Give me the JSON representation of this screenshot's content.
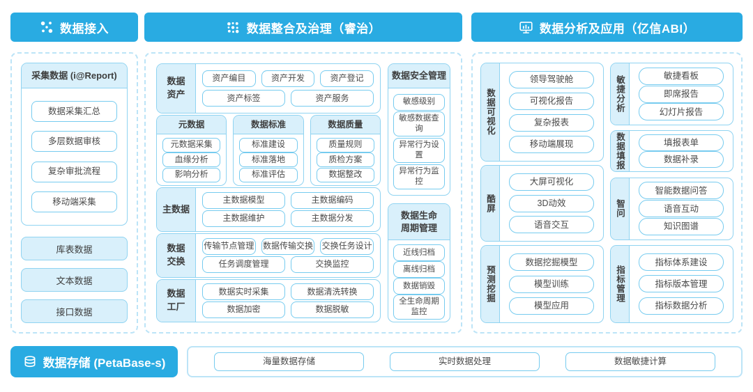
{
  "colors": {
    "header_blue": "#29ABE2",
    "panel_fill": "#D9F0FB",
    "group_border": "#8FD3F1",
    "item_border": "#76CBEF",
    "dashed_border": "#BCE4F7",
    "text": "#424242"
  },
  "access": {
    "header": "数据接入",
    "collect": {
      "title": "采集数据 (i@Report)",
      "items": [
        "数据采集汇总",
        "多层数据审核",
        "复杂审批流程",
        "移动端采集"
      ]
    },
    "sources": [
      "库表数据",
      "文本数据",
      "接口数据"
    ]
  },
  "governance": {
    "header": "数据整合及治理（睿治）",
    "asset": {
      "label": "数据\n资产",
      "row1": [
        "资产编目",
        "资产开发",
        "资产登记"
      ],
      "row2": [
        "资产标签",
        "资产服务"
      ]
    },
    "meta": {
      "title": "元数据",
      "items": [
        "元数据采集",
        "血缘分析",
        "影响分析"
      ]
    },
    "standard": {
      "title": "数据标准",
      "items": [
        "标准建设",
        "标准落地",
        "标准评估"
      ]
    },
    "quality": {
      "title": "数据质量",
      "items": [
        "质量规则",
        "质检方案",
        "数据整改"
      ]
    },
    "master": {
      "label": "主数据",
      "row1": [
        "主数据模型",
        "主数据编码"
      ],
      "row2": [
        "主数据维护",
        "主数据分发"
      ]
    },
    "exchange": {
      "label": "数据\n交换",
      "row1": [
        "传输节点管理",
        "数据传输交换",
        "交换任务设计"
      ],
      "row2": [
        "任务调度管理",
        "交换监控"
      ]
    },
    "factory": {
      "label": "数据\n工厂",
      "row1": [
        "数据实时采集",
        "数据清洗转换"
      ],
      "row2": [
        "数据加密",
        "数据脱敏"
      ]
    },
    "security": {
      "title": "数据安全管理",
      "items": [
        "敏感级别",
        "敏感数据查询",
        "异常行为设置",
        "异常行为监控"
      ]
    },
    "lifecycle": {
      "title": "数据生命\n周期管理",
      "items": [
        "近线归档",
        "离线归档",
        "数据销毁",
        "全生命周期\n监控"
      ]
    }
  },
  "analysis": {
    "header": "数据分析及应用（亿信ABI）",
    "visual": {
      "label": "数据可视化",
      "items": [
        "领导驾驶舱",
        "可视化报告",
        "复杂报表",
        "移动端展现"
      ]
    },
    "coolscreen": {
      "label": "酷屏",
      "items": [
        "大屏可视化",
        "3D动效",
        "语音交互"
      ]
    },
    "mining": {
      "label": "预测挖掘",
      "items": [
        "数据挖掘模型",
        "模型训练",
        "模型应用"
      ]
    },
    "agile": {
      "label": "敏捷分析",
      "items": [
        "敏捷看板",
        "即席报告",
        "幻灯片报告"
      ]
    },
    "filling": {
      "label": "数据填报",
      "items": [
        "填报表单",
        "数据补录"
      ]
    },
    "qa": {
      "label": "智问",
      "items": [
        "智能数据问答",
        "语音互动",
        "知识图谱"
      ]
    },
    "indicator": {
      "label": "指标管理",
      "items": [
        "指标体系建设",
        "指标版本管理",
        "指标数据分析"
      ]
    }
  },
  "storage": {
    "header": "数据存储 (PetaBase-s)",
    "items": [
      "海量数据存储",
      "实时数据处理",
      "数据敏捷计算"
    ]
  }
}
